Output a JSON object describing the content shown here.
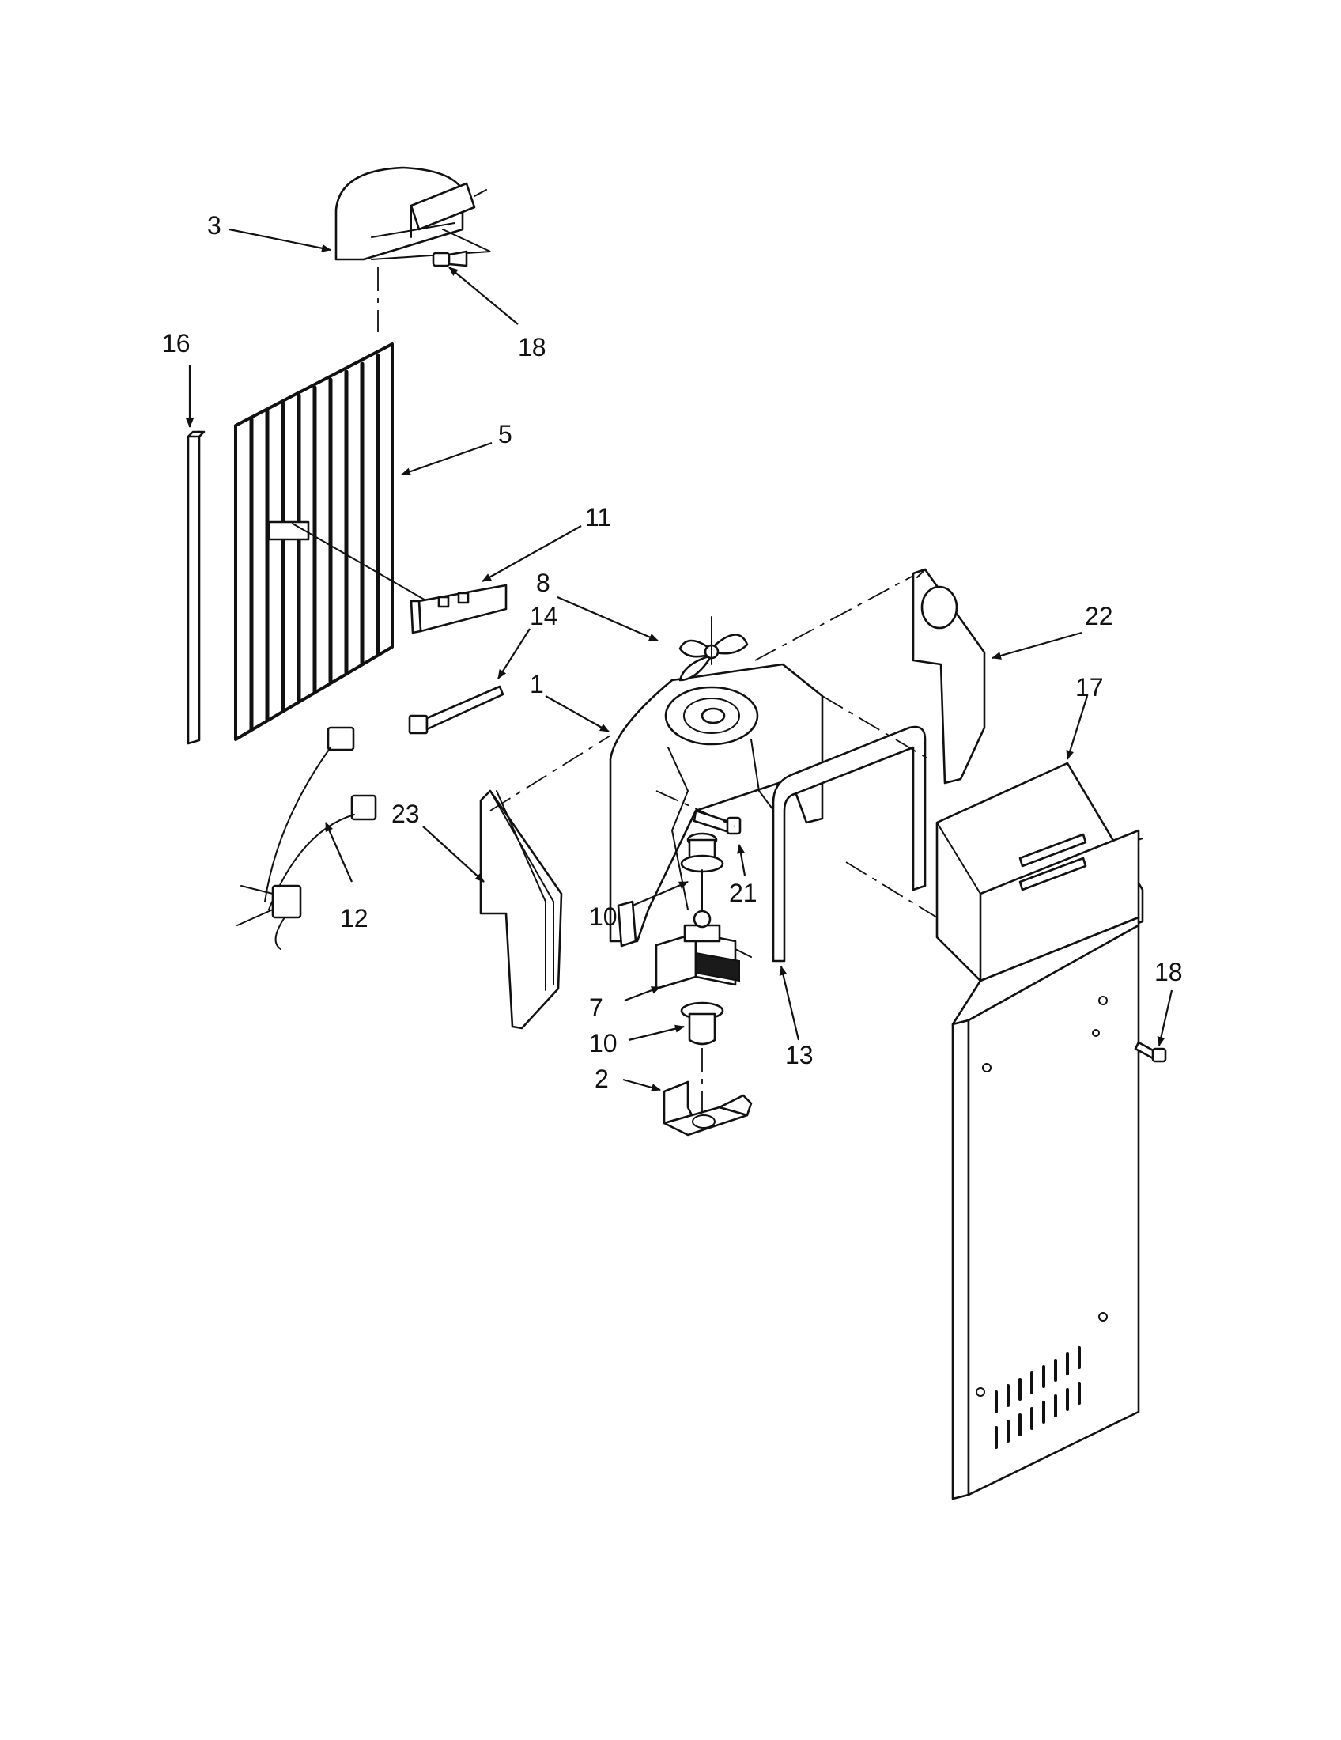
{
  "diagram": {
    "callouts": {
      "p1": "1",
      "p2": "2",
      "p3": "3",
      "p5": "5",
      "p7": "7",
      "p8": "8",
      "p10a": "10",
      "p10b": "10",
      "p11": "11",
      "p12": "12",
      "p13": "13",
      "p14": "14",
      "p16": "16",
      "p17": "17",
      "p18a": "18",
      "p18b": "18",
      "p21": "21",
      "p22": "22",
      "p23": "23"
    }
  }
}
